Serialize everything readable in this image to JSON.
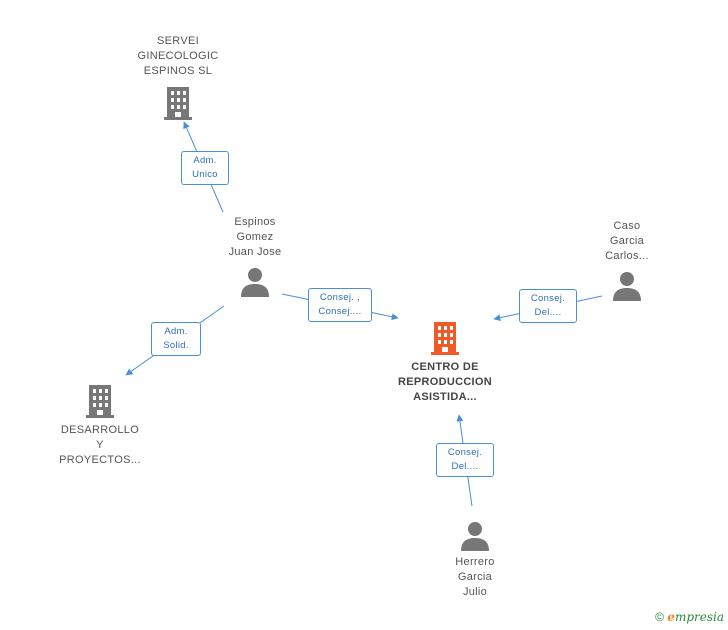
{
  "nodes": {
    "servei": {
      "lines": [
        "SERVEI",
        "GINECOLOGIC",
        "ESPINOS SL"
      ],
      "kind": "company"
    },
    "espinos": {
      "lines": [
        "Espinos",
        "Gomez",
        "Juan Jose"
      ],
      "kind": "person"
    },
    "caso": {
      "lines": [
        "Caso",
        "Garcia",
        "Carlos..."
      ],
      "kind": "person"
    },
    "centro": {
      "lines": [
        "CENTRO DE",
        "REPRODUCCION",
        "ASISTIDA..."
      ],
      "kind": "company-main"
    },
    "desarrollo": {
      "lines": [
        "DESARROLLO",
        "Y",
        "PROYECTOS..."
      ],
      "kind": "company"
    },
    "herrero": {
      "lines": [
        "Herrero",
        "Garcia",
        "Julio"
      ],
      "kind": "person"
    }
  },
  "relations": {
    "adm_unico": {
      "lines": [
        "Adm.",
        "Unico"
      ]
    },
    "adm_solid": {
      "lines": [
        "Adm.",
        "Solid."
      ]
    },
    "consej_main": {
      "lines": [
        "Consej. ,",
        "Consej...."
      ]
    },
    "consej_caso": {
      "lines": [
        "Consej.",
        "Del...."
      ]
    },
    "consej_herr": {
      "lines": [
        "Consej.",
        "Del...."
      ]
    }
  },
  "colors": {
    "company": "#777777",
    "main": "#f05a28",
    "person": "#777777",
    "edge": "#4a90d9"
  },
  "footer": {
    "copyright": "©",
    "brand_e": "e",
    "brand_rest": "mpresia"
  }
}
